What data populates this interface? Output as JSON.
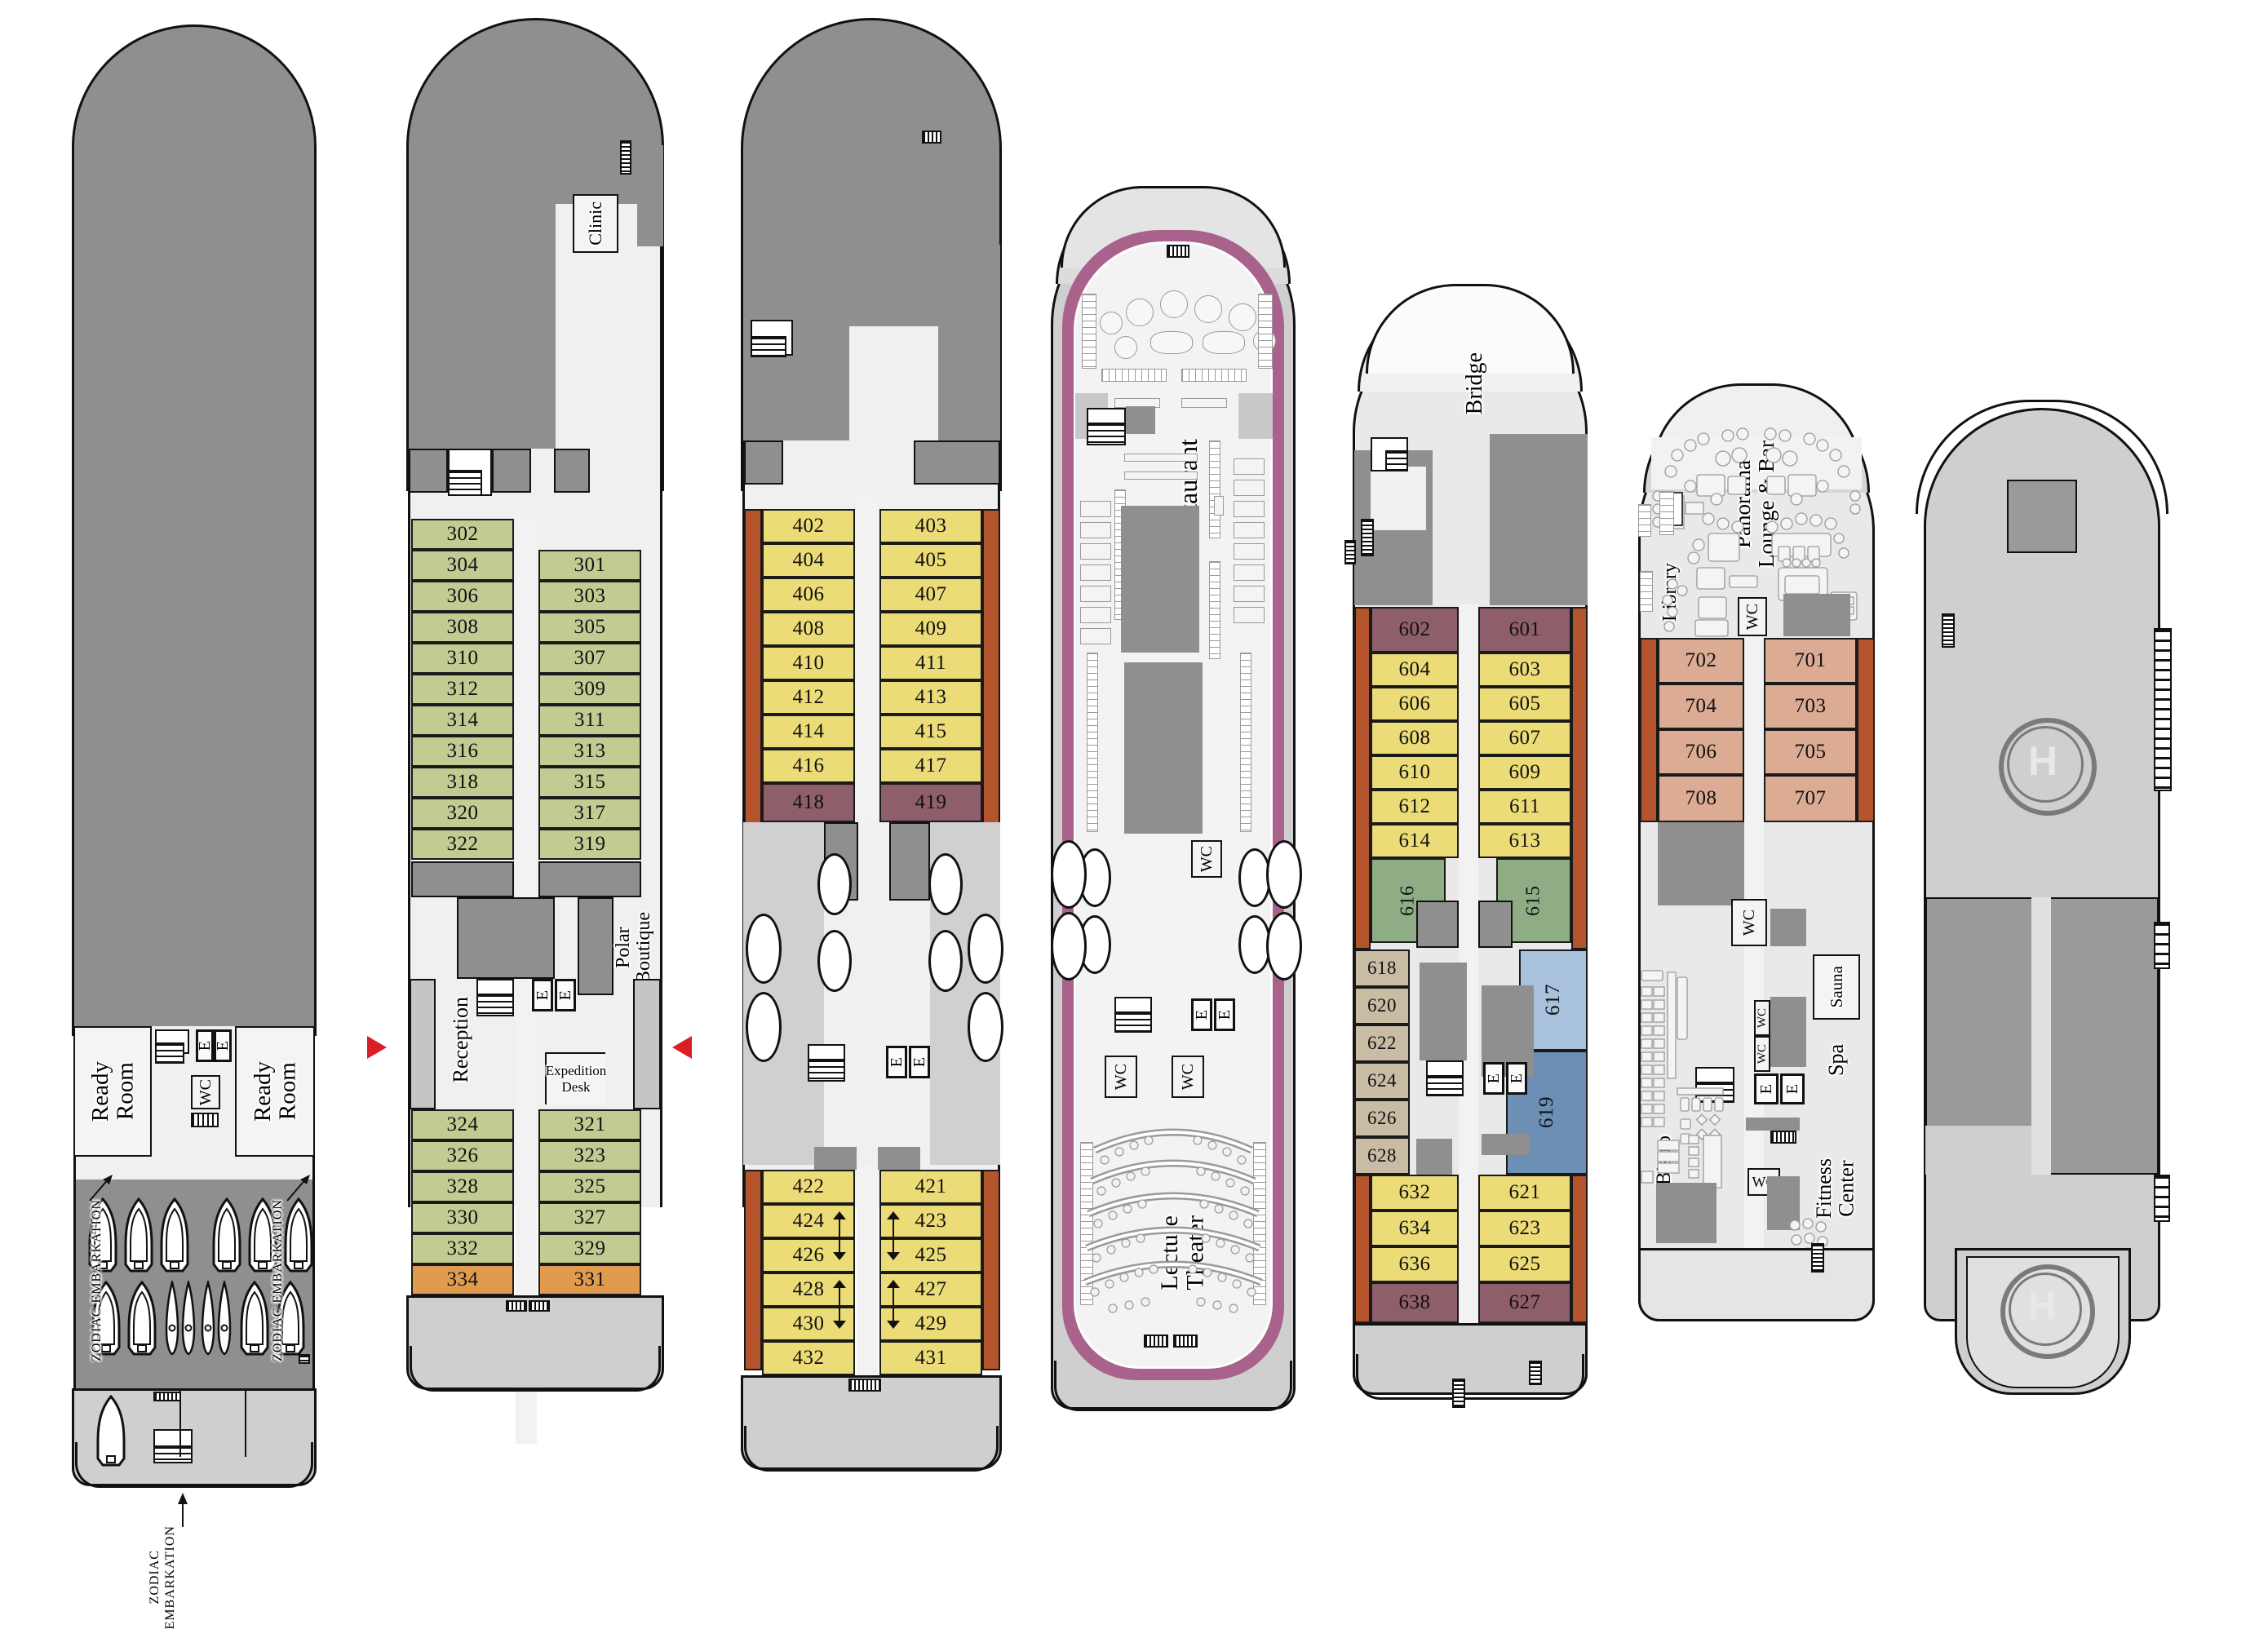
{
  "document": {
    "type": "cruise-ship-deck-plan",
    "decks_count": 7
  },
  "decks": [
    {
      "id": "deck2",
      "rooms": [
        {
          "name": "Ready Room Port",
          "label": "Ready\nRoom"
        },
        {
          "name": "Ready Room Starboard",
          "label": "Ready\nRoom"
        },
        {
          "name": "WC",
          "label": "WC"
        },
        {
          "name": "Elevator A",
          "label": "E"
        },
        {
          "name": "Elevator B",
          "label": "E"
        }
      ],
      "annotations": [
        {
          "name": "zodiac-embarkation-port",
          "label": "ZODIAC EMBARKATION"
        },
        {
          "name": "zodiac-embarkation-starboard",
          "label": "ZODIAC EMBARKATION"
        },
        {
          "name": "zodiac-embarkation-stern",
          "label": "ZODIAC\nEMBARKATION"
        }
      ],
      "zodiac_count": 11,
      "kayak_count": 4
    },
    {
      "id": "deck3",
      "rooms": [
        {
          "name": "Clinic",
          "label": "Clinic"
        },
        {
          "name": "Reception",
          "label": "Reception"
        },
        {
          "name": "Expedition Desk",
          "label": "Expedition\nDesk"
        },
        {
          "name": "Polar Boutique",
          "label": "Polar\nBoutique"
        },
        {
          "name": "Elevator A",
          "label": "E"
        },
        {
          "name": "Elevator B",
          "label": "E"
        }
      ],
      "cabins_port_upper": [
        "302",
        "304",
        "306",
        "308",
        "310",
        "312",
        "314",
        "316",
        "318",
        "320",
        "322"
      ],
      "cabins_stbd_upper": [
        "301",
        "303",
        "305",
        "307",
        "309",
        "311",
        "313",
        "315",
        "317",
        "319"
      ],
      "cabins_port_lower": [
        "324",
        "326",
        "328",
        "330",
        "332",
        "334"
      ],
      "cabins_stbd_lower": [
        "321",
        "323",
        "325",
        "327",
        "329",
        "331"
      ],
      "category_colors": {
        "standard": "#c3cb93",
        "special": "#e09b4e"
      },
      "special_cabins": [
        "334",
        "331"
      ]
    },
    {
      "id": "deck4",
      "rooms": [],
      "cabins_port_upper": [
        "402",
        "404",
        "406",
        "408",
        "410",
        "412",
        "414",
        "416",
        "418"
      ],
      "cabins_stbd_upper": [
        "403",
        "405",
        "407",
        "409",
        "411",
        "413",
        "415",
        "417",
        "419"
      ],
      "cabins_port_lower": [
        "422",
        "424",
        "426",
        "428",
        "430",
        "432"
      ],
      "cabins_stbd_lower": [
        "421",
        "423",
        "425",
        "427",
        "429",
        "431"
      ],
      "category_colors": {
        "standard": "#ecdc77",
        "premium": "#8e5f6b",
        "balcony": "#b3542c"
      },
      "premium_cabins": [
        "418",
        "419"
      ],
      "connecting_pairs": [
        "424-426",
        "428-430",
        "423-425",
        "427-429"
      ]
    },
    {
      "id": "deck5",
      "rooms": [
        {
          "name": "Restaurant",
          "label": "Restaurant"
        },
        {
          "name": "Lecture Theater",
          "label": "Lecture\nTheater"
        },
        {
          "name": "WC Forward",
          "label": "WC"
        },
        {
          "name": "WC Port",
          "label": "WC"
        },
        {
          "name": "WC Starboard",
          "label": "WC"
        },
        {
          "name": "Elevator A",
          "label": "E"
        },
        {
          "name": "Elevator B",
          "label": "E"
        }
      ],
      "promenade_color": "#a8628c"
    },
    {
      "id": "deck6",
      "rooms": [
        {
          "name": "Bridge",
          "label": "Bridge"
        },
        {
          "name": "Elevator A",
          "label": "E"
        },
        {
          "name": "Elevator B",
          "label": "E"
        }
      ],
      "cabins_port_upper": [
        "602",
        "604",
        "606",
        "608",
        "610",
        "612",
        "614"
      ],
      "cabins_stbd_upper": [
        "601",
        "603",
        "605",
        "607",
        "609",
        "611",
        "613"
      ],
      "cabins_port_suite": [
        "616"
      ],
      "cabins_stbd_suite": [
        "615"
      ],
      "cabins_port_mid": [
        "618",
        "620",
        "622",
        "624",
        "626",
        "628"
      ],
      "cabins_stbd_mid": [
        "617",
        "619"
      ],
      "cabins_port_lower": [
        "632",
        "634",
        "636",
        "638"
      ],
      "cabins_stbd_lower": [
        "621",
        "623",
        "625",
        "627"
      ],
      "category_colors": {
        "standard": "#ecdc77",
        "premium": "#8e5f6b",
        "suite-green": "#8fad85",
        "suite-tan": "#c9bca4",
        "suite-lblue": "#a8c2dd",
        "suite-dblue": "#6e8fb5",
        "balcony": "#b3542c"
      },
      "premium_cabins": [
        "601",
        "602",
        "627",
        "638"
      ]
    },
    {
      "id": "deck7",
      "rooms": [
        {
          "name": "Panorama Lounge & Bar",
          "label": "Panorama\nLounge & Bar"
        },
        {
          "name": "Library",
          "label": "Library"
        },
        {
          "name": "WC Lounge",
          "label": "WC"
        },
        {
          "name": "WC Mid",
          "label": "WC"
        },
        {
          "name": "WC Elevator 1",
          "label": "WC"
        },
        {
          "name": "WC Elevator 2",
          "label": "WC"
        },
        {
          "name": "WC Fitness",
          "label": "WC"
        },
        {
          "name": "Bistro",
          "label": "Bistro"
        },
        {
          "name": "Sauna",
          "label": "Sauna"
        },
        {
          "name": "Spa",
          "label": "Spa"
        },
        {
          "name": "Fitness Center",
          "label": "Fitness\nCenter"
        },
        {
          "name": "Elevator A",
          "label": "E"
        },
        {
          "name": "Elevator B",
          "label": "E"
        }
      ],
      "cabins_port": [
        "702",
        "704",
        "706",
        "708"
      ],
      "cabins_stbd": [
        "701",
        "703",
        "705",
        "707"
      ],
      "category_colors": {
        "suite": "#dcab93",
        "balcony": "#b3542c"
      }
    },
    {
      "id": "deck8",
      "rooms": [],
      "annotations": [
        {
          "name": "helipad-forward",
          "label": "H"
        },
        {
          "name": "helipad-aft",
          "label": "H"
        }
      ]
    }
  ],
  "legend": {
    "elevator_symbol": "E",
    "wc_symbol": "WC",
    "helipad_symbol": "H"
  }
}
